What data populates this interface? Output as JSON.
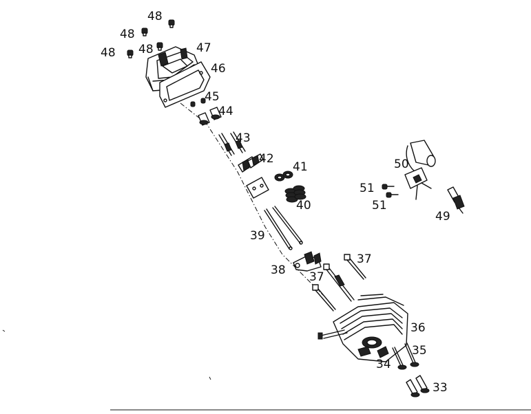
{
  "labels": {
    "p48a": "48",
    "p48b": "48",
    "p48c": "48",
    "p48d": "48",
    "p47": "47",
    "p46": "46",
    "p45": "45",
    "p44": "44",
    "p43": "43",
    "p42": "42",
    "p41": "41",
    "p40": "40",
    "p39": "39",
    "p38": "38",
    "p37a": "37",
    "p37b": "37",
    "p36": "36",
    "p35": "35",
    "p34": "34",
    "p33": "33",
    "p50": "50",
    "p51a": "51",
    "p51b": "51",
    "p49": "49"
  }
}
